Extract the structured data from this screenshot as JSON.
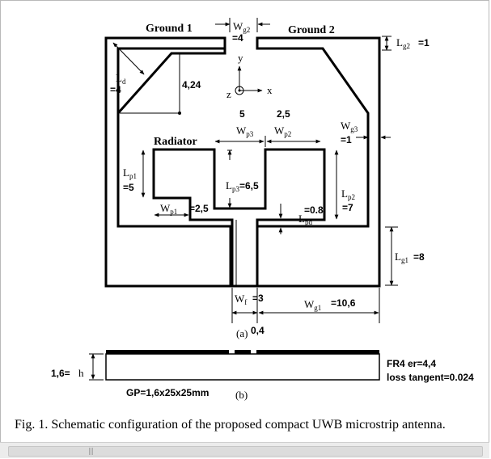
{
  "labels": {
    "ground1": "Ground 1",
    "ground2": "Ground 2",
    "radiator": "Radiator",
    "wg2": "W",
    "wg2_sub": "g2",
    "wg2_val": "=4",
    "lg2": "L",
    "lg2_sub": "g2",
    "lg2_val": "=1",
    "ld": "L",
    "ld_sub": "d",
    "ld_val": "=4",
    "dim_424": "4,24",
    "axis_y": "y",
    "axis_x": "x",
    "axis_z": "z",
    "val_5": "5",
    "val_25a": "2,5",
    "wp3": "W",
    "wp3_sub": "p3",
    "wp2": "W",
    "wp2_sub": "p2",
    "wg3": "W",
    "wg3_sub": "g3",
    "wg3_val": "=1",
    "lp1": "L",
    "lp1_sub": "p1",
    "lp1_val": "=5",
    "lp3": "L",
    "lp3_sub": "p3",
    "lp3_val": "=6,5",
    "lp2": "L",
    "lp2_sub": "p2",
    "lp2_val": "=7",
    "wp1": "W",
    "wp1_sub": "p1",
    "wp1_val": "=2,5",
    "lpd_val": "=0.8",
    "lpd": "L",
    "lpd_sub": "pd",
    "lg1": "L",
    "lg1_sub": "g1",
    "lg1_val": "=8",
    "wf": "W",
    "wf_sub": "f",
    "wf_val": "=3",
    "wg1": "W",
    "wg1_sub": "g1",
    "wg1_val": "=10,6",
    "panel_a": "(a)",
    "val_04": "0,4",
    "h_val": "1,6=",
    "h": "h",
    "fr4": "FR4  er=4,4",
    "loss": "loss tangent=0.024",
    "gp": "GP=1,6x25x25mm",
    "panel_b": "(b)"
  },
  "caption": "Fig. 1.  Schematic configuration of the proposed compact UWB microstrip antenna.",
  "scrollbar_grip": "|||"
}
